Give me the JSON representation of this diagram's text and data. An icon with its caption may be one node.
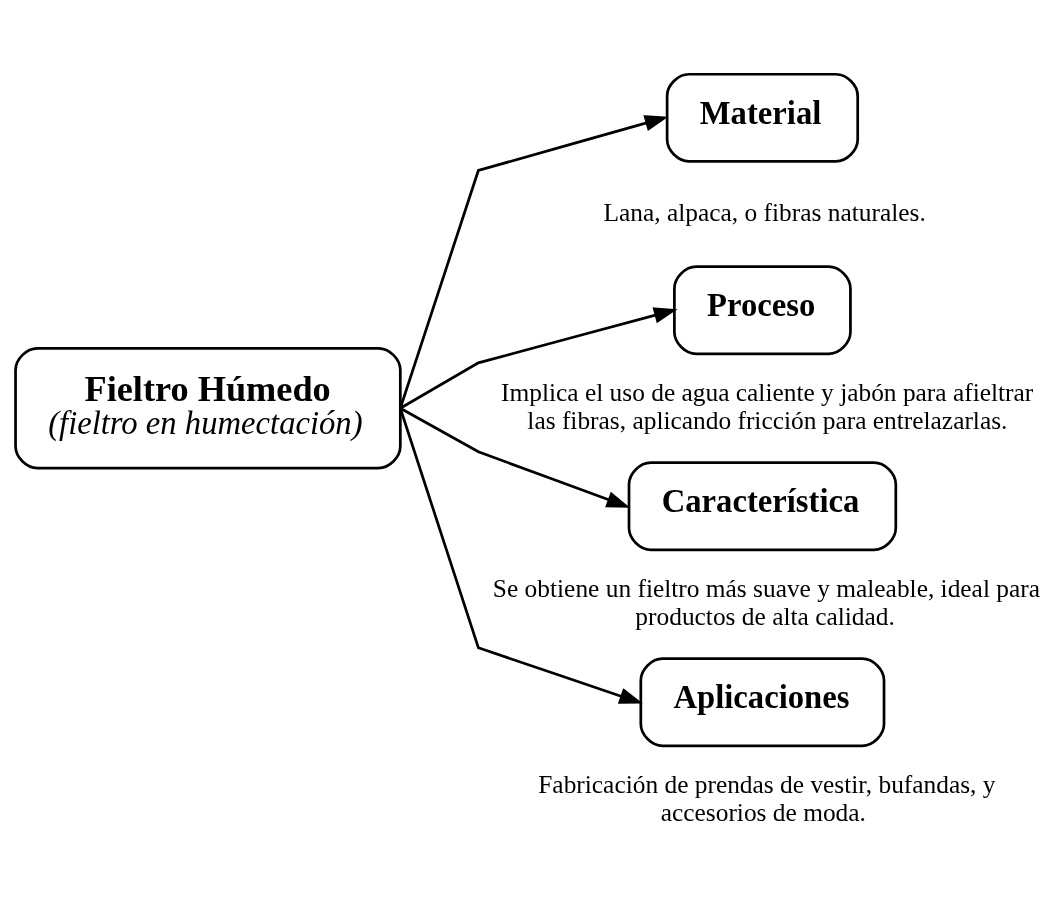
{
  "diagram": {
    "nodes": [
      {
        "text": [
          "Fieltro Húmedo",
          "(fieltro en humectación)"
        ]
      },
      {
        "text": [
          "Material"
        ],
        "beside": [
          "Lana, alpaca, o fibras naturales."
        ]
      },
      {
        "text": [
          "Proceso"
        ],
        "beside": [
          "Implica el uso de agua caliente y jabón para afieltrar las fibras, aplicando fricción para entrelazarlas."
        ]
      },
      {
        "text": [
          "Característica"
        ],
        "beside": [
          "Se obtiene un fieltro más suave y maleable, ideal para productos de alta calidad."
        ]
      },
      {
        "text": [
          "Aplicaciones"
        ],
        "beside": [
          "Fabricación de prendas de vestir, bufandas, y accesorios de moda."
        ]
      }
    ],
    "edges": [
      {
        "from": 0,
        "to": 1,
        "arrow": "to"
      },
      {
        "from": 0,
        "to": 2,
        "arrow": "to"
      },
      {
        "from": 0,
        "to": 3,
        "arrow": "to"
      },
      {
        "from": 0,
        "to": 4,
        "arrow": "to"
      }
    ]
  }
}
